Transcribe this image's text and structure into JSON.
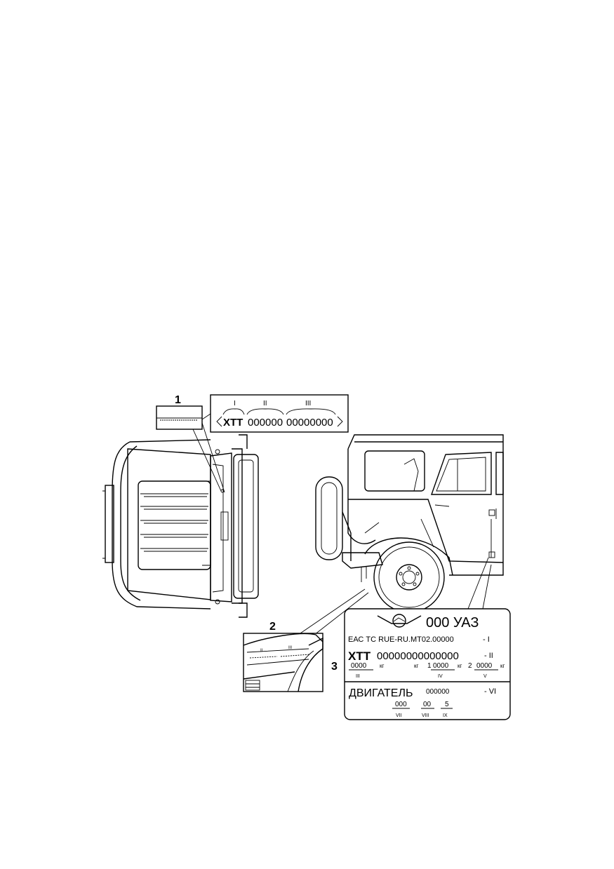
{
  "callouts": [
    "1",
    "2",
    "3"
  ],
  "vin_plate": {
    "roman": [
      "I",
      "II",
      "III"
    ],
    "prefix": "XTT",
    "part2": "000000",
    "part3": "00000000"
  },
  "small_plate": {
    "roman": [
      "II",
      "III"
    ]
  },
  "id_plate": {
    "model": "000 УАЗ",
    "approval": "ЕАС ТС RUE-RU.MT02.00000",
    "approval_tag": "- I",
    "vin_prefix": "XTT",
    "vin_digits": "00000000000000",
    "vin_tag": "- II",
    "mass_total": "0000",
    "mass_unit": "кг",
    "mass_unit2": "кг",
    "axle1_label": "1",
    "axle1_value": "0000",
    "axle_unit": "кг",
    "axle2_label": "2",
    "axle2_value": "0000",
    "axle2_unit": "кг",
    "roman_iii": "III",
    "roman_iv": "IV",
    "roman_v": "V",
    "engine_label": "ДВИГАТЕЛЬ",
    "engine_num": "000000",
    "engine_tag": "- VI",
    "v7": "000",
    "v8": "00",
    "v9": "5",
    "roman_vii": "VII",
    "roman_viii": "VIII",
    "roman_ix": "IX"
  }
}
